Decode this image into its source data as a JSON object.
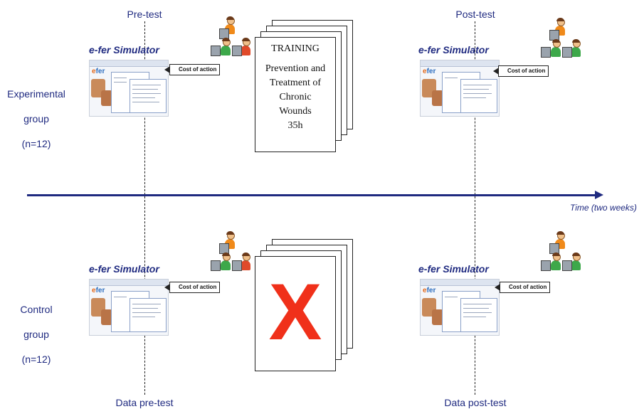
{
  "phases": {
    "pre_test": "Pre-test",
    "post_test": "Post-test",
    "data_pre_test": "Data pre-test",
    "data_post_test": "Data post-test"
  },
  "groups": {
    "experimental": {
      "name": "Experimental",
      "word": "group",
      "n": "(n=12)"
    },
    "control": {
      "name": "Control",
      "word": "group",
      "n": "(n=12)"
    }
  },
  "simulator": {
    "title": "e-fer Simulator",
    "logo_text": "fer",
    "cost_label": "Cost of action"
  },
  "training": {
    "lines": [
      "TRAINING",
      "Prevention and",
      "Treatment of",
      "Chronic",
      "Wounds",
      "35h"
    ]
  },
  "no_training": {
    "mark": "X",
    "mark_color": "#f0301a"
  },
  "timeline": {
    "label": "Time (two weeks)",
    "color": "#1f2a80"
  },
  "icons": {
    "people": "people-at-computers-icon",
    "document": "document-stack-icon"
  }
}
